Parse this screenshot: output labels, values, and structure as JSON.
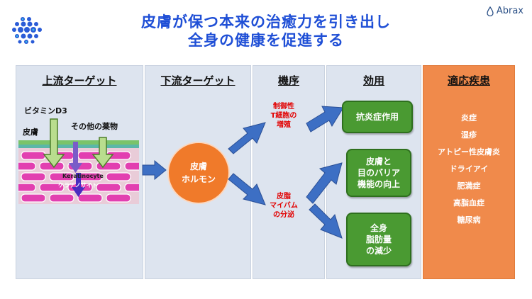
{
  "header": {
    "title_line1": "皮膚が保つ本来の治癒力を引き出し",
    "title_line2": "全身の健康を促進する",
    "brand": "Abrax"
  },
  "columns": {
    "upstream": {
      "title": "上流ターゲット",
      "vitamin": "ビタミンD3",
      "other_drugs": "その他の薬物",
      "skin": "皮膚",
      "cell_en": "Keratinocyte",
      "cell_ja": "ケラチノサイト"
    },
    "downstream": {
      "title": "下流ターゲット",
      "hormone": "皮膚\nホルモン"
    },
    "mechanism": {
      "title": "機序",
      "m1": "制御性\nT細胞の\n増殖",
      "m2": "皮脂\nマイバム\nの分泌"
    },
    "effect": {
      "title": "効用",
      "e1": "抗炎症作用",
      "e2": "皮膚と\n目のバリア\n機能の向上",
      "e3": "全身\n脂肪量\nの減少"
    },
    "indications": {
      "title": "適応疾患",
      "items": [
        "炎症",
        "湿疹",
        "アトピー性皮膚炎",
        "ドライアイ",
        "肥満症",
        "高脂血症",
        "糖尿病"
      ]
    }
  },
  "colors": {
    "title": "#1f4fd6",
    "panel": "#dde4ef",
    "green_box": "#4a9a32",
    "orange_panel": "#f08a4b",
    "hormone_circle": "#f07a2a",
    "arrow": "#3d6fc4",
    "mechanism_text": "#e20000"
  }
}
